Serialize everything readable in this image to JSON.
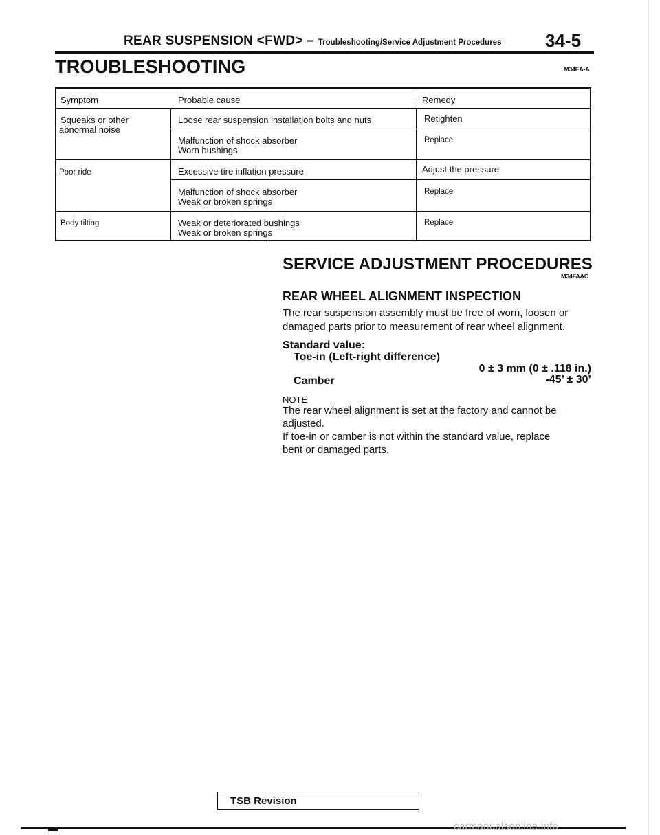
{
  "header": {
    "title_main": "REAR SUSPENSION <FWD> –",
    "title_sub": "Troubleshooting/Service Adjustment Procedures",
    "page_number": "34-5"
  },
  "troubleshooting": {
    "heading": "TROUBLESHOOTING",
    "code": "M34EA-A",
    "columns": [
      "Symptom",
      "Probable cause",
      "Remedy"
    ],
    "rows": [
      {
        "symptom": [
          "Squeaks or other",
          "abnormal noise"
        ],
        "cause": [
          "Loose rear suspension installation bolts and nuts"
        ],
        "remedy": "Retighten"
      },
      {
        "symptom": [],
        "cause": [
          "Malfunction of shock absorber",
          "Worn bushings"
        ],
        "remedy": "Replace"
      },
      {
        "symptom": [
          "Poor ride"
        ],
        "cause": [
          "Excessive tire inflation pressure"
        ],
        "remedy": "Adjust the pressure"
      },
      {
        "symptom": [],
        "cause": [
          "Malfunction of shock absorber",
          "Weak or broken springs"
        ],
        "remedy": "Replace"
      },
      {
        "symptom": [
          "Body tilting"
        ],
        "cause": [
          "Weak or deteriorated bushings",
          "Weak or broken springs"
        ],
        "remedy": "Replace"
      }
    ]
  },
  "service": {
    "heading": "SERVICE ADJUSTMENT PROCEDURES",
    "code": "M34FAAC",
    "subheading": "REAR WHEEL ALIGNMENT INSPECTION",
    "intro": [
      "The rear suspension assembly must be free of worn, loosen or",
      "damaged parts prior to measurement of rear wheel alignment."
    ],
    "standard_label": "Standard value:",
    "toe_label": "Toe-in (Left-right difference)",
    "toe_value": "0 ± 3 mm (0 ± .118 in.)",
    "camber_label": "Camber",
    "camber_value": "-45’ ± 30’",
    "note_label": "NOTE",
    "note_lines": [
      "The rear wheel alignment is set at the factory and cannot be",
      "adjusted.",
      "If toe-in or camber is not within the standard value, replace",
      "bent or damaged parts."
    ]
  },
  "footer": {
    "tsb_label": "TSB Revision",
    "watermark": "carmanualsonline.info"
  }
}
